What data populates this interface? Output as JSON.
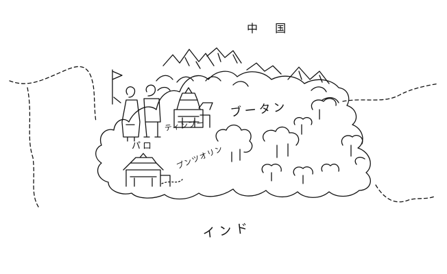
{
  "map": {
    "labels": {
      "china": "中 国",
      "bhutan": "ブータン",
      "thimphu": "ティンプー",
      "paro": "パロ",
      "punakha": "プンツオリン",
      "india": "インド"
    }
  }
}
